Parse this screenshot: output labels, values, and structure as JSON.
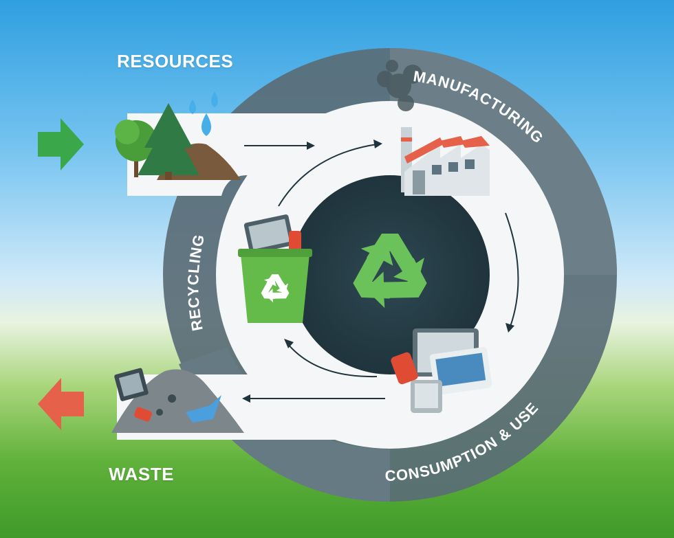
{
  "labels": {
    "resources": "RESOURCES",
    "manufacturing": "MANUFACTURING",
    "consumption": "CONSUMPTION & USE",
    "recycling": "RECYCLING",
    "waste": "WASTE"
  },
  "colors": {
    "ring": "#5a6d76",
    "ring_light": "#7d8e96",
    "core": "#263b44",
    "band": "#ffffff",
    "arrow_in": "#3aa84a",
    "arrow_out": "#e5614a",
    "recycle_symbol": "#6cc25a"
  },
  "icons": [
    "tree-icon",
    "water-drops-icon",
    "factory-icon",
    "smoke-icon",
    "devices-icon",
    "recycle-bin-icon",
    "waste-pile-icon",
    "recycle-symbol-icon"
  ]
}
